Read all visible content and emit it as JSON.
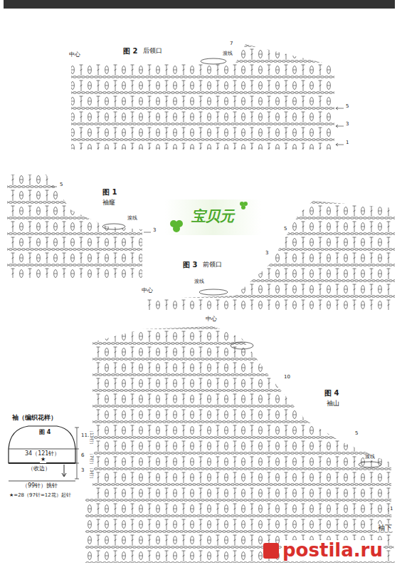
{
  "diagram": {
    "labels": [
      "图 2",
      "后领口",
      "中心",
      "渡线",
      "7",
      "5",
      "3",
      "1",
      "5",
      "图 1",
      "袖窿",
      "渡线",
      "3",
      "宝贝元",
      "图 3",
      "前领口",
      "渡线",
      "中心",
      "5",
      "3",
      "中心",
      "10",
      "图 4",
      "袖山",
      "5",
      "渡线",
      "1",
      "袖下",
      "袖（编织花样）",
      "图 4",
      "34（121针）",
      "★",
      "（收边）",
      "（99针）挑针",
      "★=28（97针=12花）起针",
      "11.5",
      "（13行）",
      "6",
      "（7行）",
      "3",
      "（3行）",
      "postila.ru"
    ]
  }
}
